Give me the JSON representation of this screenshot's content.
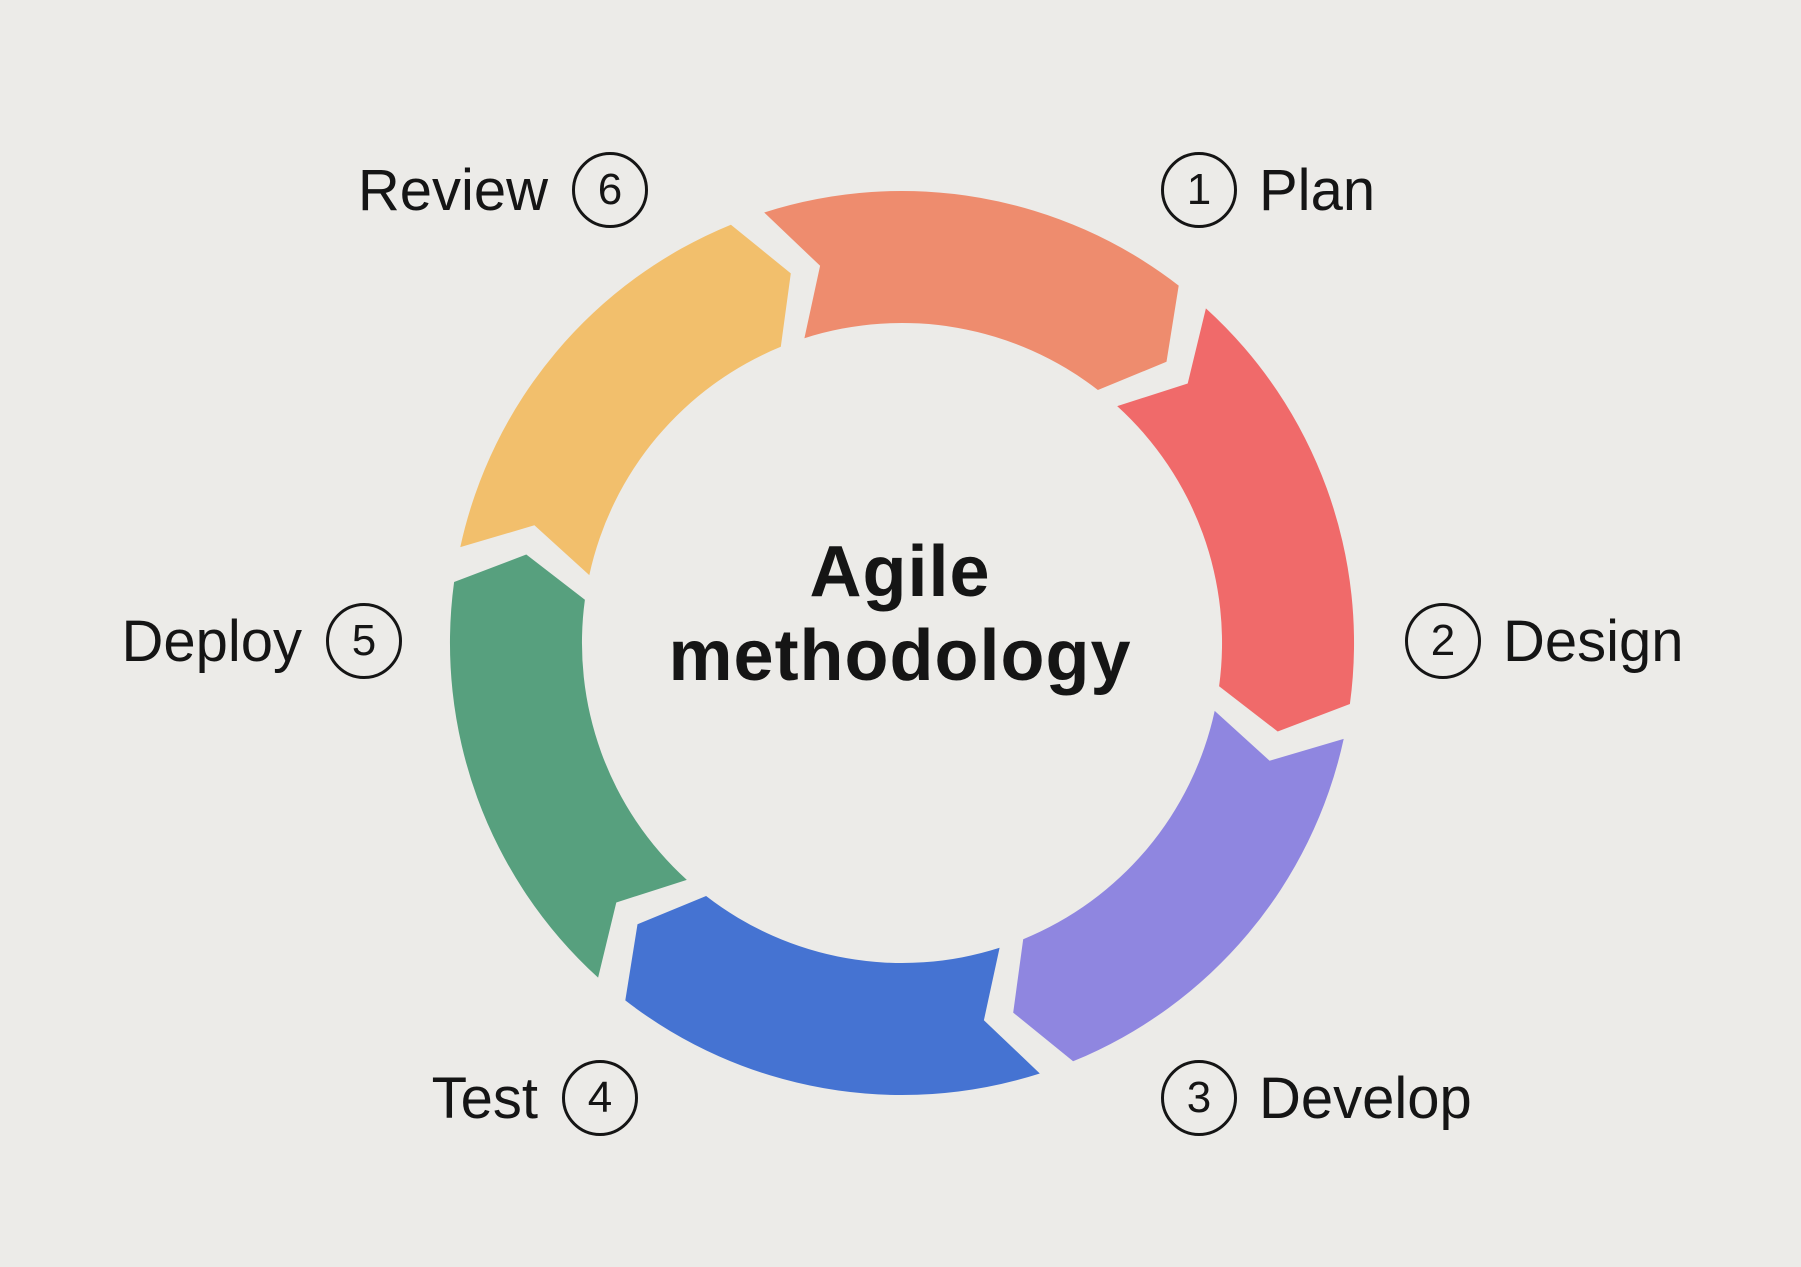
{
  "title": {
    "line1": "Agile",
    "line2": "methodology"
  },
  "steps": [
    {
      "number": "1",
      "label": "Plan",
      "color": "#F2BF6C"
    },
    {
      "number": "2",
      "label": "Design",
      "color": "#EE8C6E"
    },
    {
      "number": "3",
      "label": "Develop",
      "color": "#F06A6A"
    },
    {
      "number": "4",
      "label": "Test",
      "color": "#8F86E0"
    },
    {
      "number": "5",
      "label": "Deploy",
      "color": "#4573D2"
    },
    {
      "number": "6",
      "label": "Review",
      "color": "#57A07E"
    }
  ],
  "background_color": "#ECEBE8"
}
